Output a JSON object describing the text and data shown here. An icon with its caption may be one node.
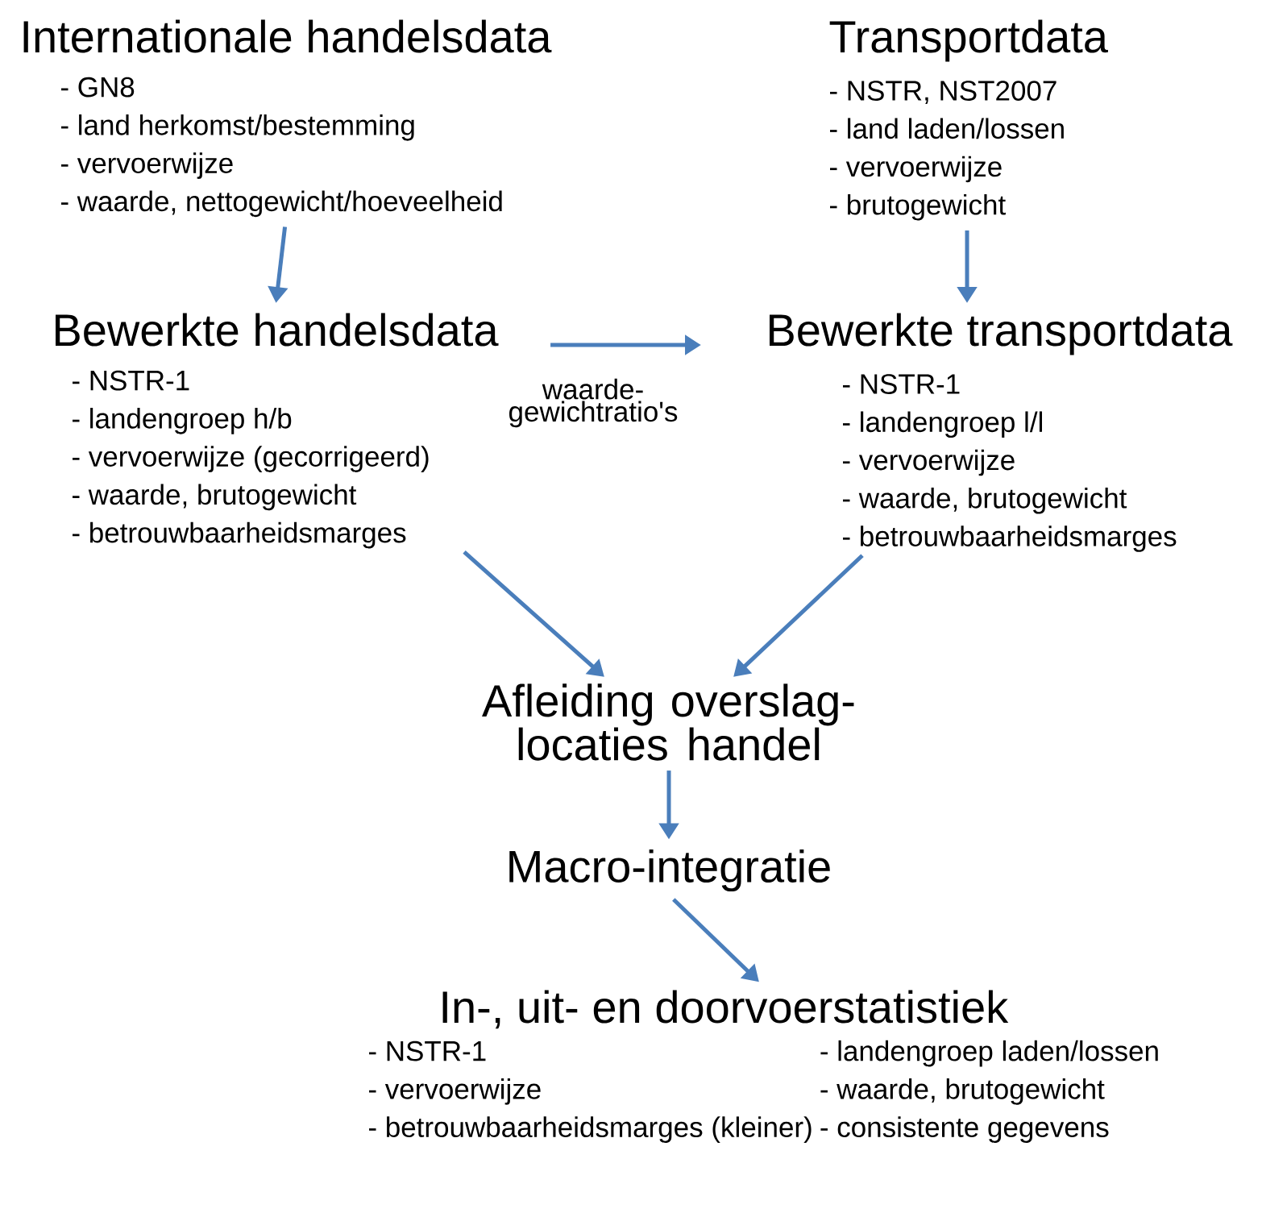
{
  "diagram": {
    "nodes": [
      {
        "text": [
          "Internationale handelsdata",
          "- GN8",
          "- land herkomst/bestemming",
          "- vervoerwijze",
          "- waarde, nettogewicht/hoeveelheid"
        ]
      },
      {
        "text": [
          "Transportdata",
          "- NSTR, NST2007",
          "- land laden/lossen",
          "- vervoerwijze",
          "- brutogewicht"
        ]
      },
      {
        "text": [
          "Bewerkte handelsdata",
          "- NSTR-1",
          "- landengroep h/b",
          "- vervoerwijze (gecorrigeerd)",
          "- waarde, brutogewicht",
          "- betrouwbaarheidsmarges"
        ]
      },
      {
        "text": [
          "Bewerkte transportdata",
          "- NSTR-1",
          "- landengroep l/l",
          "- vervoerwijze",
          "- waarde, brutogewicht",
          "- betrouwbaarheidsmarges"
        ]
      },
      {
        "text": [
          "Afleiding overslag- locaties handel"
        ]
      },
      {
        "text": [
          "Macro-integratie"
        ]
      },
      {
        "text": [
          "In-, uit- en doorvoerstatistiek",
          "- NSTR-1",
          "- vervoerwijze",
          "- betrouwbaarheidsmarges (kleiner)",
          "- landengroep laden/lossen",
          "- waarde, brutogewicht",
          "- consistente gegevens"
        ]
      }
    ],
    "edges": [
      {
        "from": 0,
        "to": 2,
        "arrow": "to"
      },
      {
        "from": 1,
        "to": 3,
        "arrow": "to"
      },
      {
        "from": 2,
        "to": 3,
        "arrow": "to",
        "label": "waarde- gewichtratio's"
      },
      {
        "from": 2,
        "to": 4,
        "arrow": "to"
      },
      {
        "from": 3,
        "to": 4,
        "arrow": "to"
      },
      {
        "from": 4,
        "to": 5,
        "arrow": "to"
      },
      {
        "from": 5,
        "to": 6,
        "arrow": "to"
      }
    ]
  }
}
